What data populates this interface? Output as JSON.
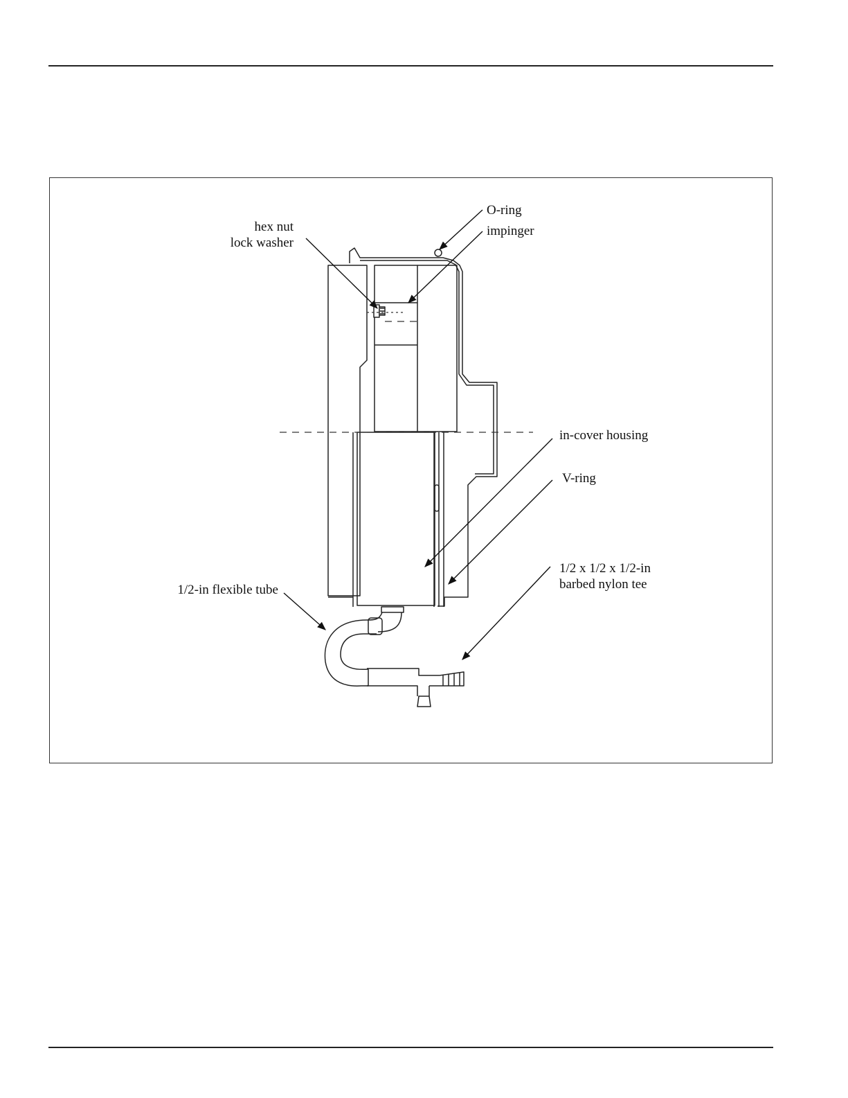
{
  "figure": {
    "labels": {
      "o_ring": "O-ring",
      "impinger": "impinger",
      "hex_nut": "hex nut",
      "lock_washer": "lock washer",
      "in_cover_housing": "in-cover housing",
      "v_ring": "V-ring",
      "flexible_tube": "1/2-in flexible tube",
      "tee_line1": "1/2 x 1/2 x 1/2-in",
      "tee_line2": "barbed nylon tee"
    }
  }
}
